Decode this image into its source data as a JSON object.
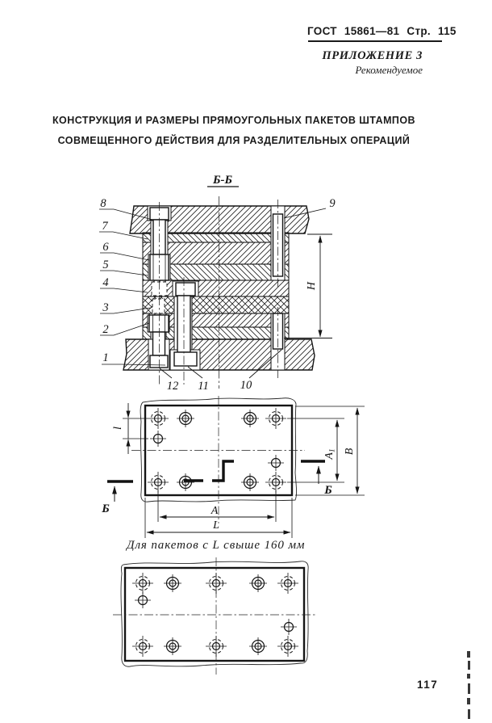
{
  "colors": {
    "ink": "#1b1b1b",
    "paper": "#ffffff"
  },
  "header": {
    "standard_ref": "ГОСТ 15861—81 Стр. 115",
    "appendix": "ПРИЛОЖЕНИЕ 3",
    "appendix_note": "Рекомендуемое"
  },
  "title": {
    "line1": "КОНСТРУКЦИЯ И РАЗМЕРЫ ПРЯМОУГОЛЬНЫХ ПАКЕТОВ ШТАМПОВ",
    "line2": "СОВМЕЩЕННОГО ДЕЙСТВИЯ ДЛЯ РАЗДЕЛИТЕЛЬНЫХ ОПЕРАЦИЙ"
  },
  "section_view": {
    "label": "Б-Б",
    "dim_height": "Н",
    "callouts": {
      "c1": "1",
      "c2": "2",
      "c3": "3",
      "c4": "4",
      "c5": "5",
      "c6": "6",
      "c7": "7",
      "c8": "8",
      "c9": "9",
      "c10": "10",
      "c11": "11",
      "c12": "12"
    }
  },
  "plan_view": {
    "dim_hole_offset": "l",
    "dim_a1_base": "А",
    "dim_a1_sub": "1",
    "dim_width": "В",
    "dim_a": "А",
    "dim_length": "L",
    "section_marker_left": "Б",
    "section_marker_right": "Б",
    "caption": "Для пакетов с L свыше 160 мм"
  },
  "footer": {
    "page_number": "117"
  }
}
